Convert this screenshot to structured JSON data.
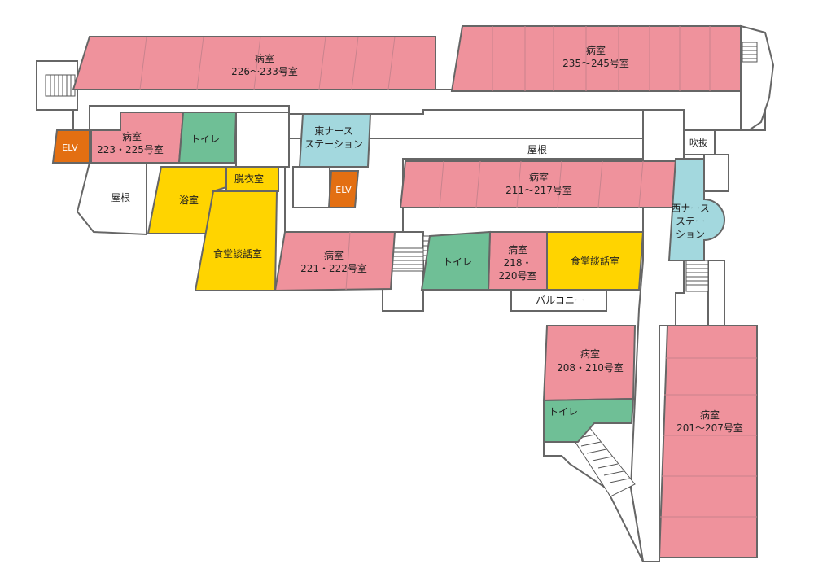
{
  "colors": {
    "ward": "#ef929c",
    "toilet": "#6fbf96",
    "dining_bath": "#ffd400",
    "nurse_station": "#a3d8de",
    "elevator": "#e36f12",
    "outline": "#666666"
  },
  "rooms": {
    "ward_226_233": [
      "病室",
      "226～233号室"
    ],
    "ward_235_245": [
      "病室",
      "235～245号室"
    ],
    "ward_223_225": [
      "病室",
      "223・225号室"
    ],
    "elv_west": "ELV",
    "toilet_nw": "トイレ",
    "roof_west": "屋根",
    "bath": "浴室",
    "dressing": "脱衣室",
    "dining_west": "食堂談話室",
    "ward_221_222": [
      "病室",
      "221・222号室"
    ],
    "nurse_east": [
      "東ナース",
      "ステーション"
    ],
    "elv_center": "ELV",
    "roof_center": "屋根",
    "ward_211_217": [
      "病室",
      "211～217号室"
    ],
    "atrium": "吹抜",
    "nurse_west": [
      "西ナース",
      "ステー",
      "ション"
    ],
    "toilet_center": "トイレ",
    "ward_218_220": [
      "病室",
      "218・",
      "220号室"
    ],
    "dining_east": "食堂談話室",
    "balcony": "バルコニー",
    "ward_208_210": [
      "病室",
      "208・210号室"
    ],
    "toilet_south": "トイレ",
    "ward_201_207": [
      "病室",
      "201～207号室"
    ]
  }
}
